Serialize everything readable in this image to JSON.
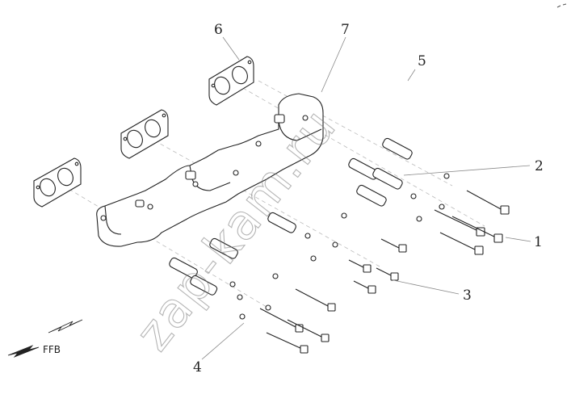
{
  "callouts": [
    {
      "id": "1",
      "label": "1"
    },
    {
      "id": "2",
      "label": "2"
    },
    {
      "id": "3",
      "label": "3"
    },
    {
      "id": "4",
      "label": "4"
    },
    {
      "id": "5",
      "label": "5"
    },
    {
      "id": "6",
      "label": "6"
    },
    {
      "id": "7",
      "label": "7"
    }
  ],
  "direction": {
    "label": "FFB"
  },
  "watermark": {
    "text": "zap-kam.ru"
  },
  "colors": {
    "line": "#222222",
    "leader": "#888888",
    "watermark": "#777777",
    "background": "#ffffff"
  }
}
